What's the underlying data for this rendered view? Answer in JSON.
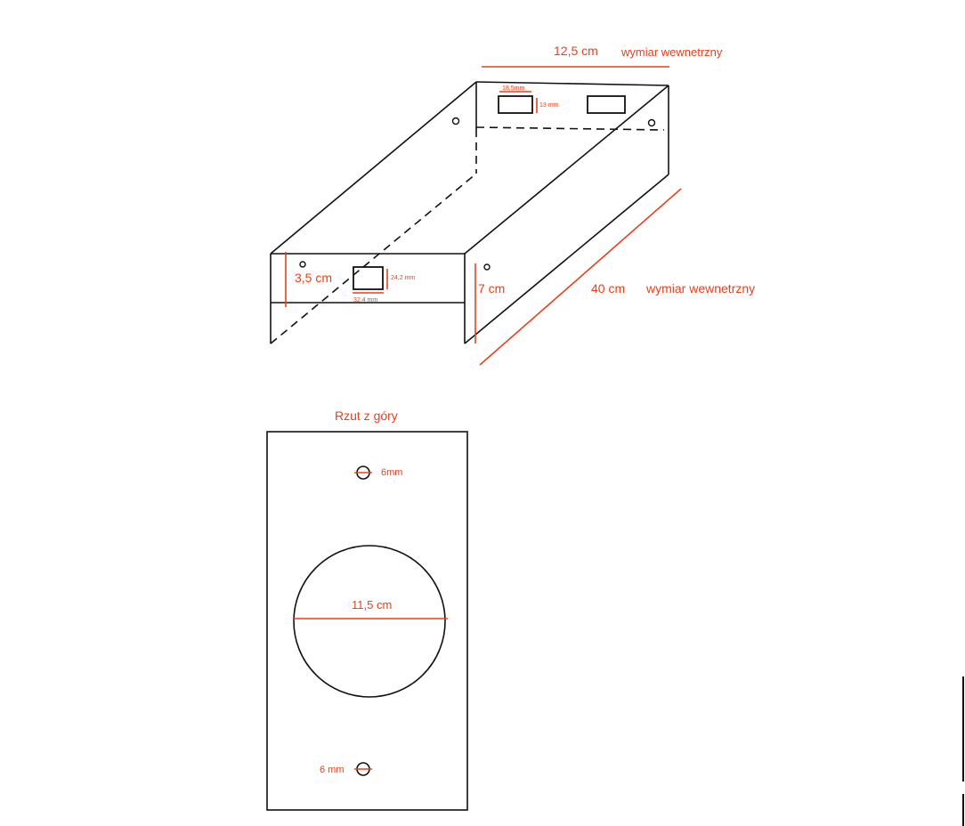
{
  "iso_view": {
    "width_label": "12,5 cm",
    "width_note": "wymiar wewnetrzny",
    "length_label": "40 cm",
    "length_note": "wymiar wewnetrzny",
    "height_label": "7 cm",
    "flange_height_label": "3,5 cm",
    "top_slot_width_label": "18,5mm",
    "top_slot_height_label": "13 mm",
    "front_slot_width_label": "32,4 mm",
    "front_slot_height_label": "24,2 mm"
  },
  "top_view": {
    "title": "Rzut z góry",
    "hole_top_label": "6mm",
    "circle_label": "11,5 cm",
    "hole_bottom_label": "6 mm"
  },
  "colors": {
    "dimension": "#e8401c",
    "outline": "#111111"
  }
}
